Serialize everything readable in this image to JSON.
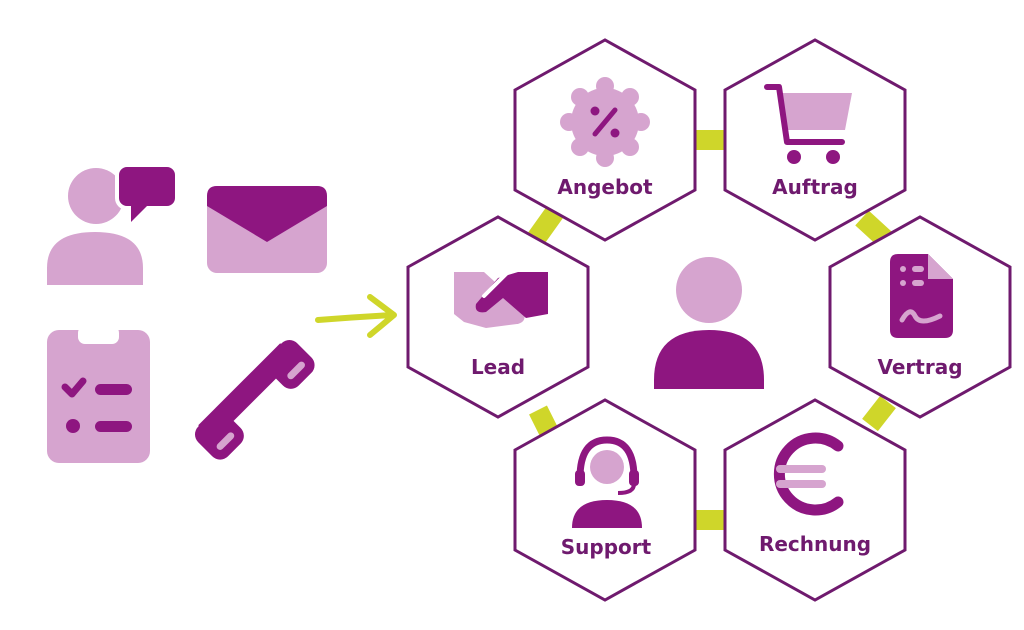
{
  "colors": {
    "dark": "#8e1680",
    "light": "#d6a4cf",
    "stroke": "#6f1a6e",
    "connector": "#cfd62a",
    "background": "#ffffff"
  },
  "inputs": [
    {
      "name": "person-chat-icon"
    },
    {
      "name": "envelope-icon"
    },
    {
      "name": "clipboard-checklist-icon"
    },
    {
      "name": "phone-handset-icon"
    }
  ],
  "hexagons": {
    "angebot": {
      "label": "Angebot",
      "icon": "percent-badge-icon"
    },
    "auftrag": {
      "label": "Auftrag",
      "icon": "shopping-cart-icon"
    },
    "lead": {
      "label": "Lead",
      "icon": "handshake-icon"
    },
    "vertrag": {
      "label": "Vertrag",
      "icon": "contract-document-icon"
    },
    "support": {
      "label": "Support",
      "icon": "headset-agent-icon"
    },
    "rechnung": {
      "label": "Rechnung",
      "icon": "euro-icon"
    }
  },
  "center": {
    "icon": "customer-person-icon"
  }
}
